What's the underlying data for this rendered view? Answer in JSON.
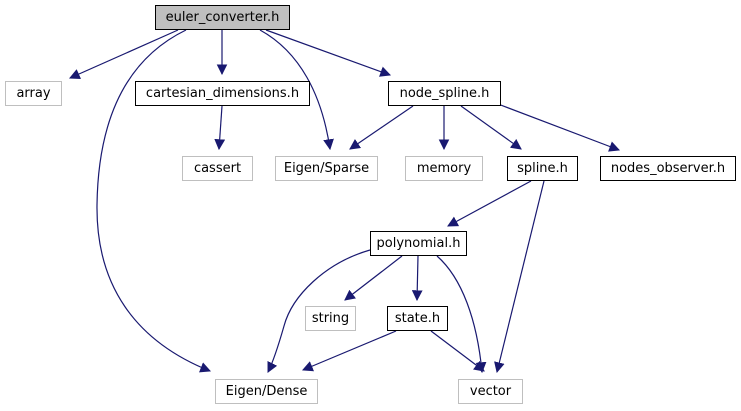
{
  "diagram": {
    "type": "include-dependency-graph",
    "edge_color": "#191970",
    "root_fill_color": "#bfbfbf",
    "internal_border_color": "#000000",
    "system_border_color": "#bfbfbf",
    "nodes": [
      {
        "id": "euler_converter",
        "label": "euler_converter.h",
        "kind": "root"
      },
      {
        "id": "array",
        "label": "array",
        "kind": "system"
      },
      {
        "id": "cartesian_dimensions",
        "label": "cartesian_dimensions.h",
        "kind": "internal"
      },
      {
        "id": "node_spline",
        "label": "node_spline.h",
        "kind": "internal"
      },
      {
        "id": "cassert",
        "label": "cassert",
        "kind": "system"
      },
      {
        "id": "eigen_sparse",
        "label": "Eigen/Sparse",
        "kind": "system"
      },
      {
        "id": "memory",
        "label": "memory",
        "kind": "system"
      },
      {
        "id": "spline",
        "label": "spline.h",
        "kind": "internal"
      },
      {
        "id": "nodes_observer",
        "label": "nodes_observer.h",
        "kind": "internal"
      },
      {
        "id": "polynomial",
        "label": "polynomial.h",
        "kind": "internal"
      },
      {
        "id": "string",
        "label": "string",
        "kind": "system"
      },
      {
        "id": "state",
        "label": "state.h",
        "kind": "internal"
      },
      {
        "id": "eigen_dense",
        "label": "Eigen/Dense",
        "kind": "system"
      },
      {
        "id": "vector",
        "label": "vector",
        "kind": "system"
      }
    ],
    "edges": [
      {
        "from": "euler_converter",
        "to": "array"
      },
      {
        "from": "euler_converter",
        "to": "cartesian_dimensions"
      },
      {
        "from": "euler_converter",
        "to": "eigen_sparse"
      },
      {
        "from": "euler_converter",
        "to": "node_spline"
      },
      {
        "from": "euler_converter",
        "to": "eigen_dense"
      },
      {
        "from": "cartesian_dimensions",
        "to": "cassert"
      },
      {
        "from": "node_spline",
        "to": "eigen_sparse"
      },
      {
        "from": "node_spline",
        "to": "memory"
      },
      {
        "from": "node_spline",
        "to": "spline"
      },
      {
        "from": "node_spline",
        "to": "nodes_observer"
      },
      {
        "from": "spline",
        "to": "polynomial"
      },
      {
        "from": "spline",
        "to": "vector"
      },
      {
        "from": "polynomial",
        "to": "string"
      },
      {
        "from": "polynomial",
        "to": "state"
      },
      {
        "from": "polynomial",
        "to": "eigen_dense"
      },
      {
        "from": "polynomial",
        "to": "vector"
      },
      {
        "from": "state",
        "to": "eigen_dense"
      },
      {
        "from": "state",
        "to": "vector"
      }
    ]
  }
}
